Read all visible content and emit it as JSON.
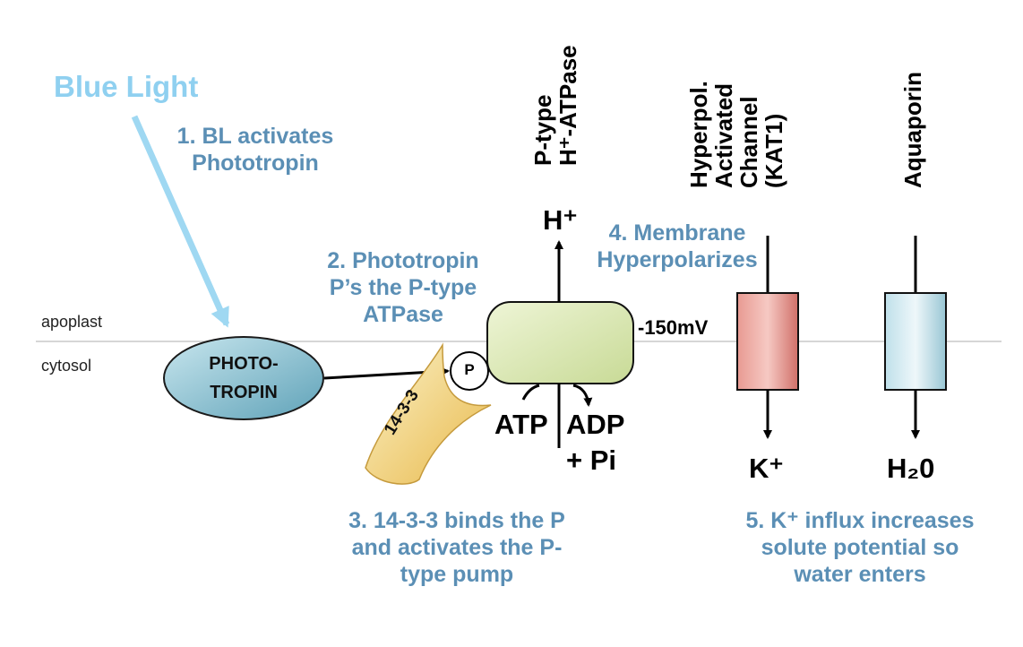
{
  "regions": {
    "top": "apoplast",
    "bottom": "cytosol"
  },
  "stimulus": "Blue Light",
  "steps": {
    "s1": [
      "1. BL activates",
      "Phototropin"
    ],
    "s2": [
      "2. Phototropin",
      "P’s the P-type",
      "ATPase"
    ],
    "s3": [
      "3. 14-3-3 binds the P",
      "and activates the P-",
      "type pump"
    ],
    "s4": [
      "4. Membrane",
      "Hyperpolarizes"
    ],
    "s5": [
      "5. K⁺ influx increases",
      "solute potential so",
      "water enters"
    ]
  },
  "proteins": {
    "phototropin": [
      "PHOTO-",
      "TROPIN"
    ],
    "adaptor": "14-3-3",
    "phospho": "P",
    "pump_header": [
      "P-type",
      "H⁺-ATPase"
    ],
    "channel_header": [
      "Hyperpol.",
      "Activated",
      "Channel",
      "(KAT1)"
    ],
    "aquaporin_header": "Aquaporin"
  },
  "species": {
    "proton": "H⁺",
    "atp": "ATP",
    "adp": "ADP",
    "pi": "+ Pi",
    "potassium": "K⁺",
    "water": "H₂0",
    "voltage": "-150mV"
  },
  "colors": {
    "step_text": "#5b8fb5",
    "blue_light": "#8fd0f0",
    "membrane_line": "#c8c8c8",
    "phototropin_fill": "#7fb9cb",
    "pump_fill": "#d8e6b0",
    "channel_fill": "#dc7f78",
    "aquaporin_fill": "#aed4df",
    "adaptor_fill": "#efc767"
  }
}
